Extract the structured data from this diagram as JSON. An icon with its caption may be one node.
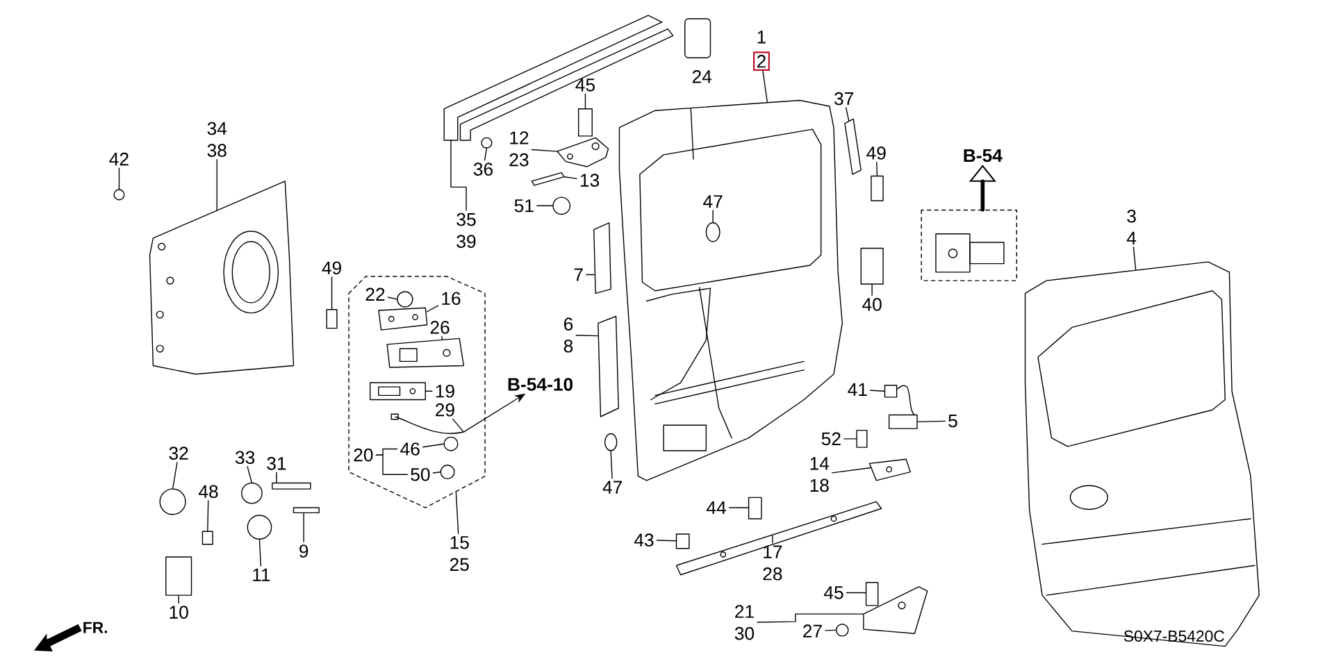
{
  "diagram": {
    "nodes": [
      {
        "text": [
          "2"
        ],
        "beside": [
          "1"
        ]
      },
      {
        "text": [],
        "shape": "picture"
      },
      {
        "text": [
          "47"
        ],
        "in": 1
      },
      {
        "text": [],
        "shape": "circle",
        "in": 1
      },
      {
        "text": [
          "45"
        ]
      },
      {
        "text": [
          "12",
          "23"
        ]
      },
      {
        "text": [
          "13"
        ]
      },
      {
        "text": [
          "36"
        ]
      },
      {
        "text": [
          "35",
          "39"
        ]
      },
      {
        "text": [
          "34",
          "38"
        ]
      },
      {
        "text": [
          "42"
        ]
      },
      {
        "text": [
          "51"
        ]
      },
      {
        "text": [
          "7"
        ]
      },
      {
        "text": [
          "6",
          "8"
        ]
      },
      {
        "text": [
          "47"
        ]
      },
      {
        "text": [
          "37"
        ]
      },
      {
        "text": [
          "49"
        ]
      },
      {
        "text": [
          "B-54"
        ]
      },
      {
        "text": [
          "40"
        ]
      },
      {
        "text": [
          "3",
          "4"
        ]
      },
      {
        "text": [
          "41"
        ]
      },
      {
        "text": [
          "5"
        ]
      },
      {
        "text": [
          "52"
        ]
      },
      {
        "text": [
          "14",
          "18"
        ]
      },
      {
        "text": [
          "44"
        ]
      },
      {
        "text": [
          "43"
        ]
      },
      {
        "text": [
          "17",
          "28"
        ]
      },
      {
        "text": [
          "45"
        ]
      },
      {
        "text": [
          "21",
          "30"
        ]
      },
      {
        "text": [
          "27"
        ]
      },
      {
        "text": [
          "49"
        ]
      },
      {
        "text": [],
        "shape": "box"
      },
      {
        "text": [
          "22"
        ],
        "in": 31
      },
      {
        "text": [
          "16"
        ],
        "in": 31
      },
      {
        "text": [
          "26"
        ],
        "in": 31
      },
      {
        "text": [
          "19"
        ],
        "in": 31
      },
      {
        "text": [
          "29"
        ],
        "in": 31
      },
      {
        "text": [
          "20"
        ],
        "in": 31
      },
      {
        "text": [
          "46"
        ],
        "in": 31
      },
      {
        "text": [
          "50"
        ],
        "in": 31
      },
      {
        "text": [],
        "shape": "circle",
        "in": 31
      },
      {
        "text": [],
        "shape": "picture",
        "in": 31
      },
      {
        "text": [],
        "shape": "picture",
        "in": 31
      },
      {
        "text": [],
        "shape": "picture",
        "in": 31
      },
      {
        "text": [],
        "shape": "circle",
        "in": 31
      },
      {
        "text": [],
        "shape": "circle",
        "in": 31
      },
      {
        "text": [
          "B-54-10"
        ]
      },
      {
        "text": [
          "15",
          "25"
        ]
      },
      {
        "text": [
          "32"
        ]
      },
      {
        "text": [
          "48"
        ]
      },
      {
        "text": [
          "10"
        ]
      },
      {
        "text": [
          "33"
        ]
      },
      {
        "text": [
          "31"
        ]
      },
      {
        "text": [
          "11"
        ]
      },
      {
        "text": [
          "9"
        ]
      },
      {
        "text": [],
        "shape": "box"
      },
      {
        "text": [],
        "shape": "picture"
      },
      {
        "text": [],
        "shape": "bar"
      },
      {
        "text": [],
        "shape": "circle"
      },
      {
        "text": [],
        "shape": "picture"
      },
      {
        "text": [],
        "shape": "picture"
      },
      {
        "text": [],
        "shape": "circle"
      },
      {
        "text": [],
        "shape": "circle"
      },
      {
        "text": [],
        "shape": "bar"
      },
      {
        "text": [],
        "shape": "bar"
      },
      {
        "text": [],
        "shape": "circle"
      },
      {
        "text": [],
        "shape": "bar"
      },
      {
        "text": [],
        "shape": "box"
      },
      {
        "text": [],
        "shape": "box"
      },
      {
        "text": [],
        "shape": "box"
      },
      {
        "text": [],
        "shape": "picture"
      },
      {
        "text": [],
        "shape": "picture"
      },
      {
        "text": [],
        "shape": "box"
      },
      {
        "text": [],
        "shape": "box"
      },
      {
        "text": [],
        "shape": "picture"
      },
      {
        "text": [],
        "shape": "box"
      },
      {
        "text": [],
        "shape": "box"
      },
      {
        "text": [],
        "shape": "picture"
      },
      {
        "text": [],
        "shape": "box"
      },
      {
        "text": [],
        "shape": "picture"
      },
      {
        "text": [],
        "shape": "circle"
      },
      {
        "text": [],
        "shape": "box"
      },
      {
        "text": [],
        "shape": "circle"
      },
      {
        "text": [],
        "shape": "box"
      },
      {
        "text": [],
        "shape": "box"
      },
      {
        "text": [],
        "shape": "circle"
      },
      {
        "text": [],
        "shape": "box"
      },
      {
        "text": [],
        "shape": "circle"
      },
      {
        "text": [],
        "shape": "box"
      },
      {
        "text": [],
        "shape": "picture",
        "in": 31
      }
    ],
    "edges": [
      {
        "from": 0,
        "to": 1,
        "arrow": "none"
      },
      {
        "from": 2,
        "to": 3,
        "arrow": "none"
      },
      {
        "from": 4,
        "to": 55,
        "arrow": "none"
      },
      {
        "from": 5,
        "to": 56,
        "arrow": "none"
      },
      {
        "from": 6,
        "to": 57,
        "arrow": "none"
      },
      {
        "from": 7,
        "to": 58,
        "arrow": "none"
      },
      {
        "from": 8,
        "to": 59,
        "arrow": "none"
      },
      {
        "from": 9,
        "to": 60,
        "arrow": "none"
      },
      {
        "from": 10,
        "to": 61,
        "arrow": "none"
      },
      {
        "from": 11,
        "to": 62,
        "arrow": "none"
      },
      {
        "from": 12,
        "to": 63,
        "arrow": "none"
      },
      {
        "from": 13,
        "to": 64,
        "arrow": "none"
      },
      {
        "from": 14,
        "to": 65,
        "arrow": "none"
      },
      {
        "from": 15,
        "to": 66,
        "arrow": "none"
      },
      {
        "from": 16,
        "to": 67,
        "arrow": "none"
      },
      {
        "from": 68,
        "to": 17,
        "arrow": "to",
        "style": "thick"
      },
      {
        "from": 18,
        "to": 69,
        "arrow": "none"
      },
      {
        "from": 19,
        "to": 70,
        "arrow": "none"
      },
      {
        "from": 20,
        "to": 71,
        "arrow": "none"
      },
      {
        "from": 21,
        "to": 72,
        "arrow": "none"
      },
      {
        "from": 22,
        "to": 73,
        "arrow": "none"
      },
      {
        "from": 23,
        "to": 74,
        "arrow": "none"
      },
      {
        "from": 24,
        "to": 75,
        "arrow": "none"
      },
      {
        "from": 25,
        "to": 76,
        "arrow": "none"
      },
      {
        "from": 26,
        "to": 77,
        "arrow": "none"
      },
      {
        "from": 27,
        "to": 78,
        "arrow": "none"
      },
      {
        "from": 28,
        "to": 79,
        "arrow": "none"
      },
      {
        "from": 29,
        "to": 80,
        "arrow": "none"
      },
      {
        "from": 30,
        "to": 81,
        "arrow": "none"
      },
      {
        "from": 32,
        "to": 40,
        "arrow": "none"
      },
      {
        "from": 33,
        "to": 41,
        "arrow": "none"
      },
      {
        "from": 34,
        "to": 42,
        "arrow": "none"
      },
      {
        "from": 35,
        "to": 43,
        "arrow": "none"
      },
      {
        "from": 36,
        "to": 89,
        "arrow": "none"
      },
      {
        "from": 89,
        "to": 46,
        "arrow": "to"
      },
      {
        "from": 37,
        "to": 38,
        "arrow": "none"
      },
      {
        "from": 37,
        "to": 39,
        "arrow": "none"
      },
      {
        "from": 38,
        "to": 44,
        "arrow": "none"
      },
      {
        "from": 39,
        "to": 45,
        "arrow": "none"
      },
      {
        "from": 47,
        "to": 31,
        "arrow": "none"
      },
      {
        "from": 48,
        "to": 82,
        "arrow": "none"
      },
      {
        "from": 49,
        "to": 83,
        "arrow": "none"
      },
      {
        "from": 50,
        "to": 84,
        "arrow": "none"
      },
      {
        "from": 51,
        "to": 85,
        "arrow": "none"
      },
      {
        "from": 52,
        "to": 86,
        "arrow": "none"
      },
      {
        "from": 53,
        "to": 87,
        "arrow": "none"
      },
      {
        "from": 54,
        "to": 88,
        "arrow": "none"
      }
    ],
    "labels": [
      "24",
      "FR.",
      "S0X7-B5420C"
    ]
  }
}
